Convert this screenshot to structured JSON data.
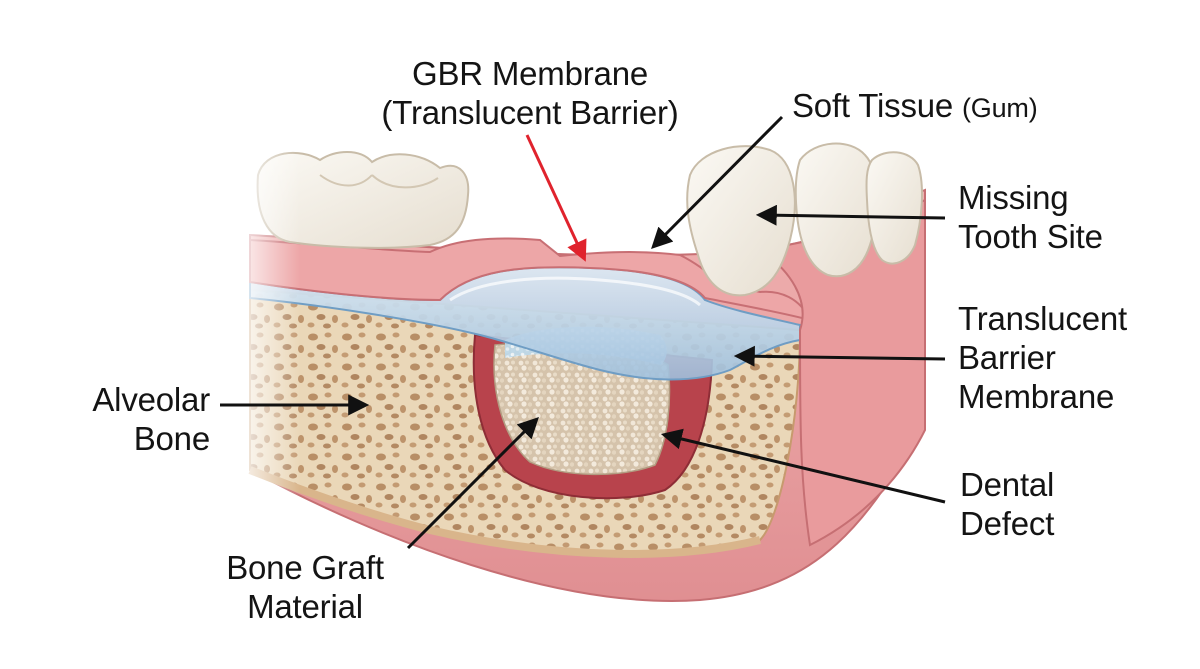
{
  "diagram": {
    "labels": {
      "gbr_membrane": {
        "line1": "GBR Membrane",
        "line2": "(Translucent Barrier)"
      },
      "soft_tissue": {
        "main": "Soft Tissue",
        "suffix": "(Gum)"
      },
      "missing_tooth": {
        "line1": "Missing",
        "line2": "Tooth Site"
      },
      "barrier_membrane": {
        "line1": "Translucent",
        "line2": "Barrier",
        "line3": "Membrane"
      },
      "alveolar_bone": {
        "line1": "Alveolar",
        "line2": "Bone"
      },
      "dental_defect": {
        "line1": "Dental",
        "line2": "Defect"
      },
      "bone_graft": {
        "line1": "Bone Graft",
        "line2": "Material"
      }
    },
    "colors": {
      "gum": "#e8a0a0",
      "gum_dark": "#d27d7f",
      "bone": "#ead7b8",
      "bone_pore": "#c9a27c",
      "membrane": "#a9c8e4",
      "graft": "#d9c8b0",
      "defect": "#b8434c",
      "tooth": "#f6f2ea",
      "arrow_red": "#e0232d",
      "arrow_black": "#111111"
    }
  }
}
